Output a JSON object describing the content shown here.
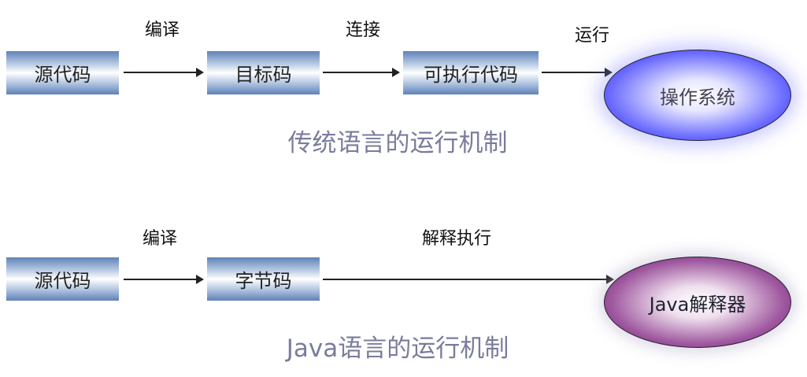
{
  "traditional": {
    "boxes": [
      "源代码",
      "目标码",
      "可执行代码"
    ],
    "labels": [
      "编译",
      "连接",
      "运行"
    ],
    "target": "操作系统",
    "caption": "传统语言的运行机制"
  },
  "java": {
    "boxes": [
      "源代码",
      "字节码"
    ],
    "labels": [
      "编译",
      "解释执行"
    ],
    "target": "Java解释器",
    "caption": "Java语言的运行机制"
  }
}
